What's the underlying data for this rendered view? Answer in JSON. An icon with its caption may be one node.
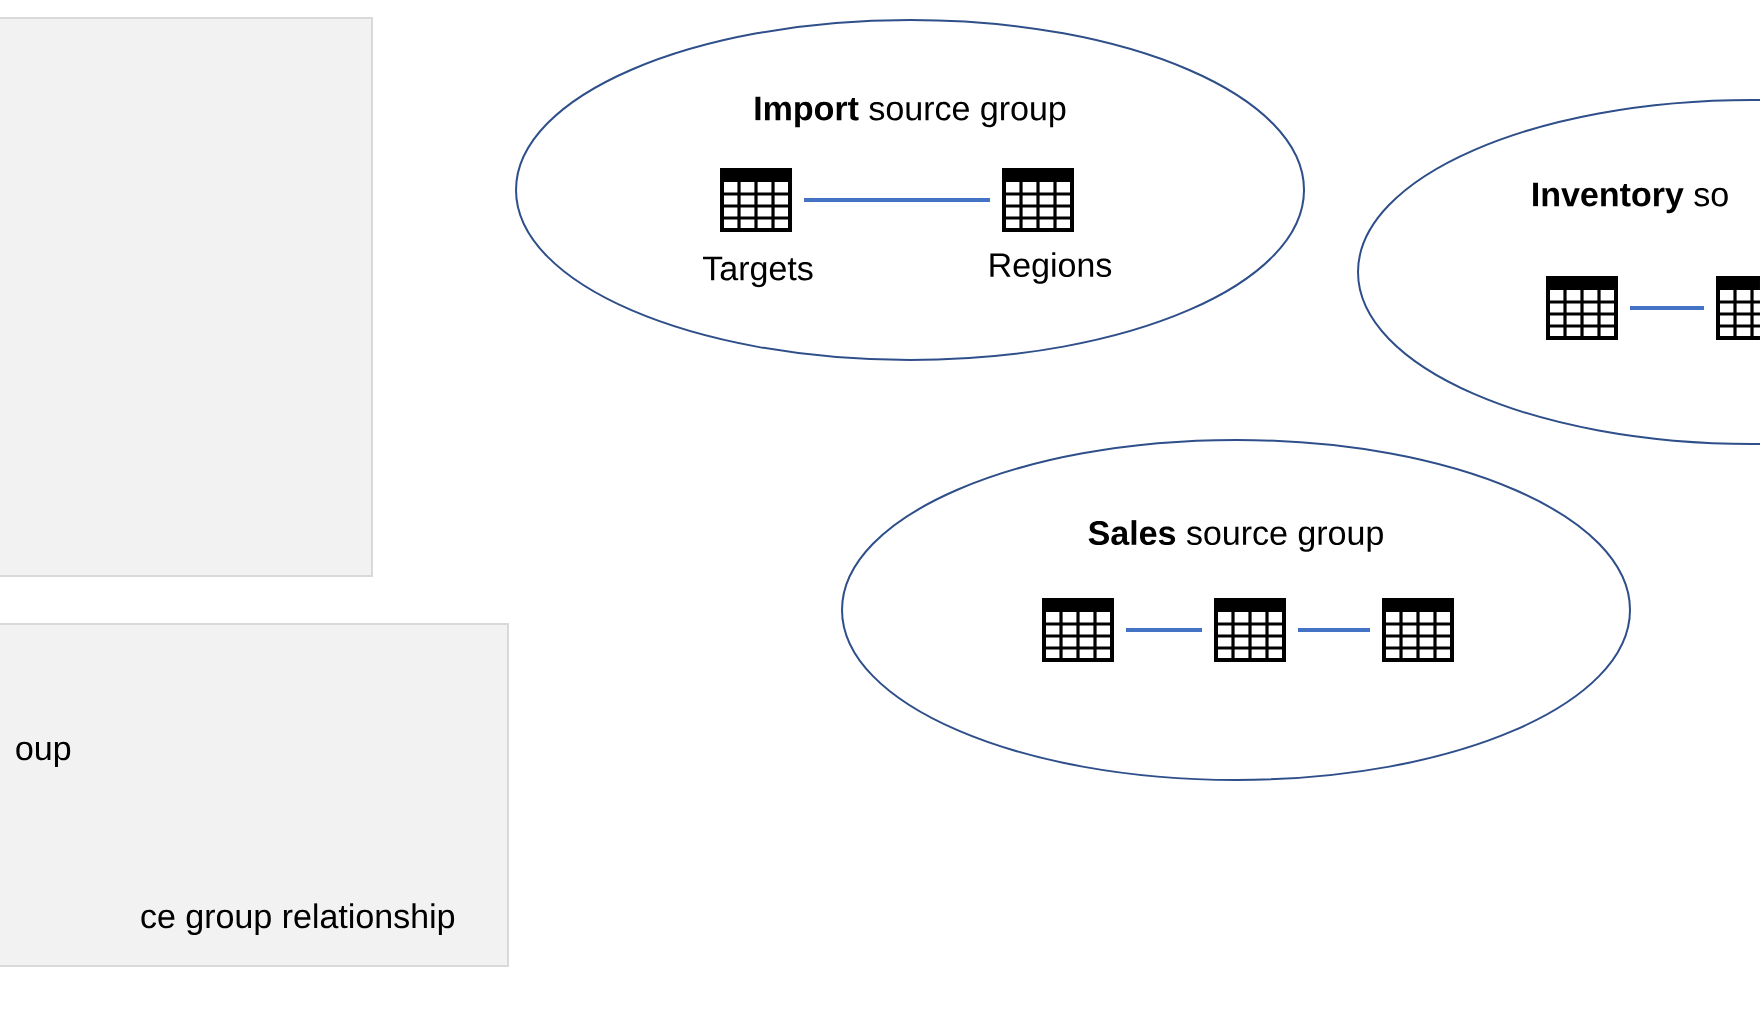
{
  "diagram": {
    "nodes": [
      {
        "text": [],
        "shape": "box"
      },
      {
        "text": [
          "**Import** source group"
        ]
      },
      {
        "text": [],
        "shape": "table",
        "in": 1,
        "beside": [
          "Targets"
        ]
      },
      {
        "text": [],
        "shape": "table",
        "in": 1,
        "beside": [
          "Regions"
        ]
      },
      {
        "text": [
          "**Inventory** so"
        ]
      },
      {
        "text": [],
        "shape": "table",
        "in": 4
      },
      {
        "text": [],
        "shape": "table",
        "in": 4
      },
      {
        "text": [
          "**Sales** source group"
        ]
      },
      {
        "text": [],
        "shape": "table",
        "in": 7
      },
      {
        "text": [],
        "shape": "table",
        "in": 7
      },
      {
        "text": [],
        "shape": "table",
        "in": 7
      },
      {
        "text": [
          "oup",
          "ce group relationship"
        ]
      }
    ],
    "edges": [
      {
        "from": 2,
        "to": 3,
        "arrow": "none"
      },
      {
        "from": 5,
        "to": 6,
        "arrow": "none"
      },
      {
        "from": 8,
        "to": 9,
        "arrow": "none"
      },
      {
        "from": 9,
        "to": 10,
        "arrow": "none"
      }
    ]
  }
}
